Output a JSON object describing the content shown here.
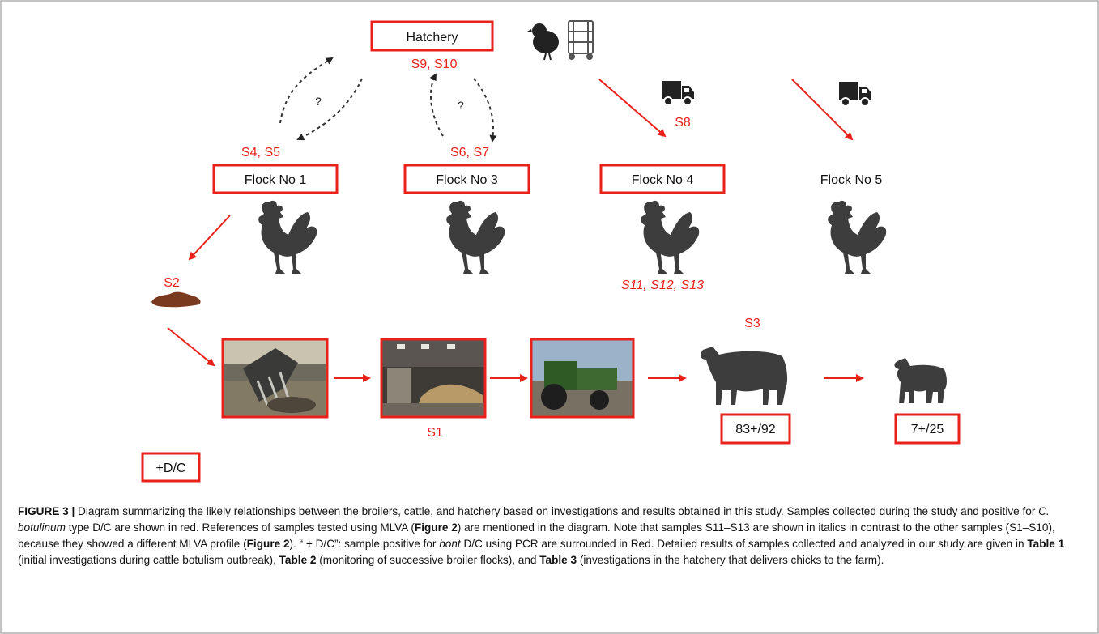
{
  "boxes": {
    "hatchery": "Hatchery",
    "flock1": "Flock No 1",
    "flock3": "Flock No 3",
    "flock4": "Flock No 4",
    "flock5": "Flock No 5",
    "cow_count": "83+/92",
    "calf_count": "7+/25",
    "legend": "+D/C"
  },
  "samples": {
    "hatchery": "S9, S10",
    "flock1": "S4, S5",
    "flock3": "S6, S7",
    "truck1": "S8",
    "manure": "S2",
    "flock4_italic": "S11, S12, S13",
    "cow": "S3",
    "photo2": "S1"
  },
  "question_mark": "?",
  "caption": {
    "figure_label": "FIGURE 3 |",
    "t1": " Diagram summarizing the likely relationships between the broilers, cattle, and hatchery based on investigations and results obtained in this study. Samples collected during the study and positive for ",
    "species": "C. botulinum",
    "t2": " type D/C are shown in red. References of samples tested using MLVA (",
    "fig2a": "Figure 2",
    "t3": ") are mentioned in the diagram. Note that samples S11–S13 are shown in italics in contrast to the other samples (S1–S10), because they showed a different MLVA profile (",
    "fig2b": "Figure 2",
    "t4": "). “ + D/C”: sample positive for ",
    "gene": "bont",
    "t5": " D/C using PCR are surrounded in Red. Detailed results of samples collected and analyzed in our study are given in ",
    "table1": "Table 1",
    "t6": " (initial investigations during cattle botulism outbreak), ",
    "table2": "Table 2",
    "t7": " (monitoring of successive broiler flocks), and ",
    "table3": "Table 3",
    "t8": " (investigations in the hatchery that delivers chicks to the farm)."
  },
  "colors": {
    "red": "#e8221b",
    "border": "#b0b0b0",
    "silhouette": "#3d3d3d",
    "manure": "#7a3a1f"
  },
  "icons": {
    "chick": "chick-icon",
    "trolley": "trolley-icon",
    "truck": "truck-icon",
    "rooster": "rooster-icon",
    "cow": "cow-icon",
    "calf": "calf-icon",
    "manure": "manure-icon"
  }
}
